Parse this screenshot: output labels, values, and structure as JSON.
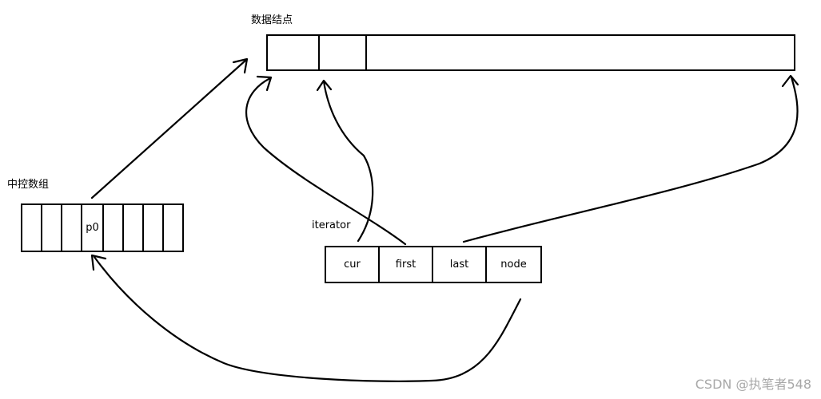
{
  "data_node": {
    "title": "数据结点"
  },
  "map_array": {
    "title": "中控数组",
    "highlight_cell_label": "p0"
  },
  "iterator": {
    "title": "iterator",
    "fields": [
      "cur",
      "first",
      "last",
      "node"
    ]
  },
  "watermark": "CSDN @执笔者548",
  "colors": {
    "stroke": "#000000",
    "background": "#ffffff",
    "watermark": "#a8a8a8"
  }
}
